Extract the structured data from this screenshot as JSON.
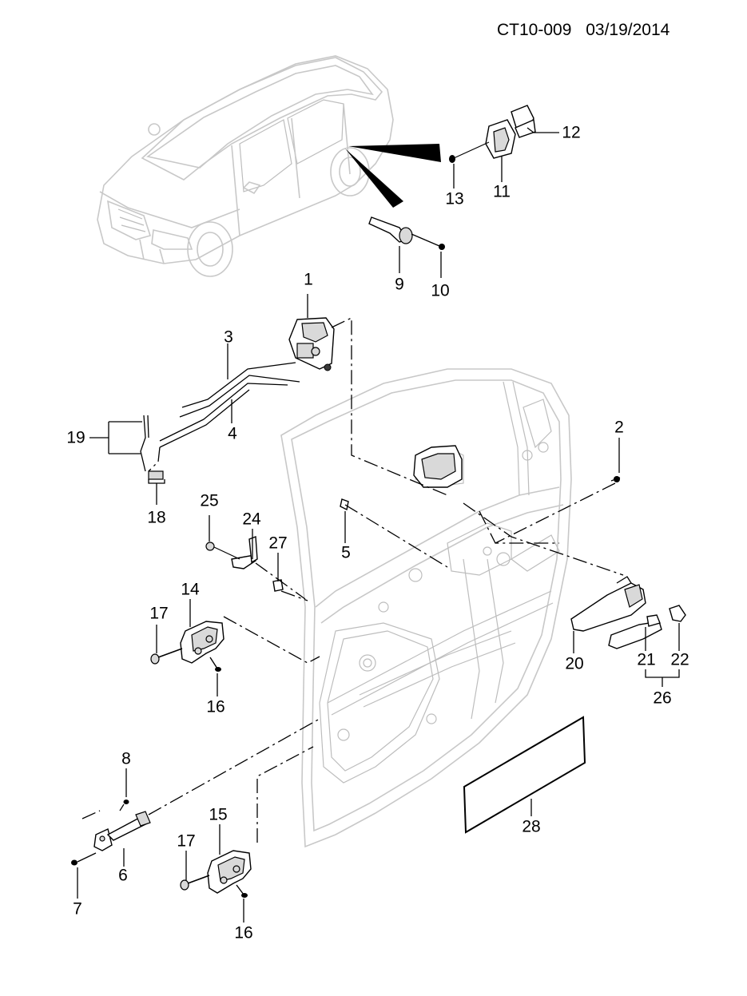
{
  "header": {
    "code": "CT10-009",
    "date": "03/19/2014"
  },
  "callouts": [
    {
      "id": "c1",
      "label": "1"
    },
    {
      "id": "c2",
      "label": "2"
    },
    {
      "id": "c3",
      "label": "3"
    },
    {
      "id": "c4",
      "label": "4"
    },
    {
      "id": "c5",
      "label": "5"
    },
    {
      "id": "c6",
      "label": "6"
    },
    {
      "id": "c7",
      "label": "7"
    },
    {
      "id": "c8",
      "label": "8"
    },
    {
      "id": "c9",
      "label": "9"
    },
    {
      "id": "c10",
      "label": "10"
    },
    {
      "id": "c11",
      "label": "11"
    },
    {
      "id": "c12",
      "label": "12"
    },
    {
      "id": "c13",
      "label": "13"
    },
    {
      "id": "c14",
      "label": "14"
    },
    {
      "id": "c15",
      "label": "15"
    },
    {
      "id": "c16a",
      "label": "16"
    },
    {
      "id": "c16b",
      "label": "16"
    },
    {
      "id": "c17a",
      "label": "17"
    },
    {
      "id": "c17b",
      "label": "17"
    },
    {
      "id": "c18",
      "label": "18"
    },
    {
      "id": "c19",
      "label": "19"
    },
    {
      "id": "c20",
      "label": "20"
    },
    {
      "id": "c21",
      "label": "21"
    },
    {
      "id": "c22",
      "label": "22"
    },
    {
      "id": "c24",
      "label": "24"
    },
    {
      "id": "c25",
      "label": "25"
    },
    {
      "id": "c26",
      "label": "26"
    },
    {
      "id": "c27",
      "label": "27"
    },
    {
      "id": "c28",
      "label": "28"
    }
  ]
}
